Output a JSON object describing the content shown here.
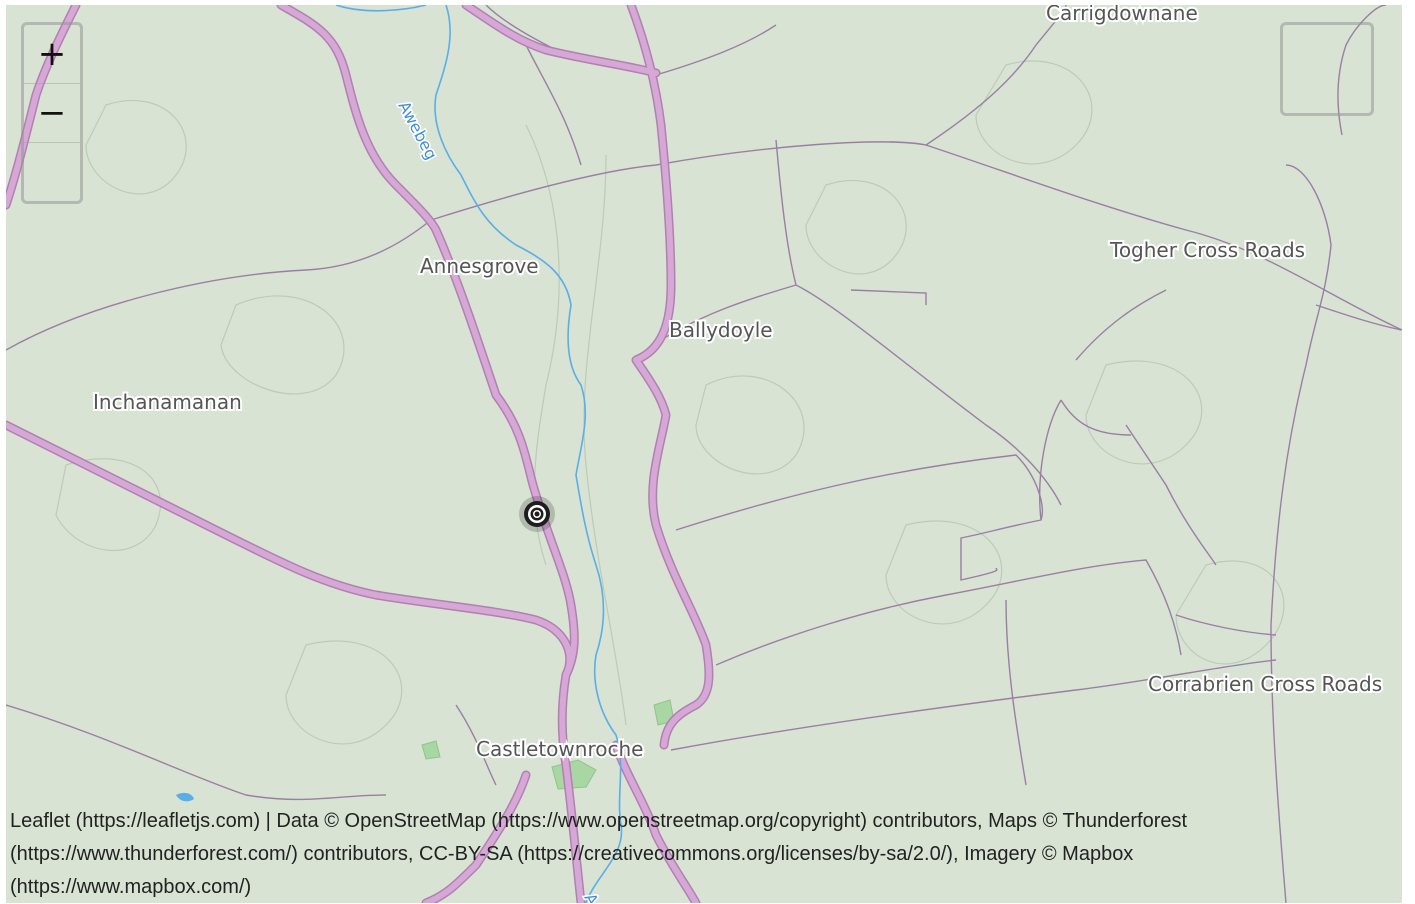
{
  "map": {
    "places": [
      {
        "key": "carrigdownane",
        "label": "Carrigdownane"
      },
      {
        "key": "annesgrove",
        "label": "Annesgrove"
      },
      {
        "key": "ballydoyle",
        "label": "Ballydoyle"
      },
      {
        "key": "togher",
        "label": "Togher Cross Roads"
      },
      {
        "key": "inchanamanan",
        "label": "Inchanamanan"
      },
      {
        "key": "corrabrien",
        "label": "Corrabrien Cross Roads"
      },
      {
        "key": "castletownroche",
        "label": "Castletownroche"
      }
    ],
    "river": {
      "label": "Awebeg",
      "label_lower": "A"
    },
    "colors": {
      "land": "#d8e3d4",
      "road": "#cfa0cf",
      "road_casing": "#b27fb2",
      "minor_road": "#9a7fa4",
      "river": "#5aaee6",
      "contour": "#b9c8b4",
      "park": "#a9d7a3"
    },
    "marker_icon": "location-target-icon"
  },
  "controls": {
    "zoom_in": "+",
    "zoom_out": "−",
    "layers_icon": "layers-icon"
  },
  "attribution": {
    "leaflet": "Leaflet (https://leafletjs.com)",
    "sep": " | ",
    "data": "Data © OpenStreetMap (https://www.openstreetmap.org/copyright) contributors, Maps © Thunderforest (https://www.thunderforest.com/) contributors, CC-BY-SA (https://creativecommons.org/licenses/by-sa/2.0/), Imagery © Mapbox (https://www.mapbox.com/)"
  }
}
